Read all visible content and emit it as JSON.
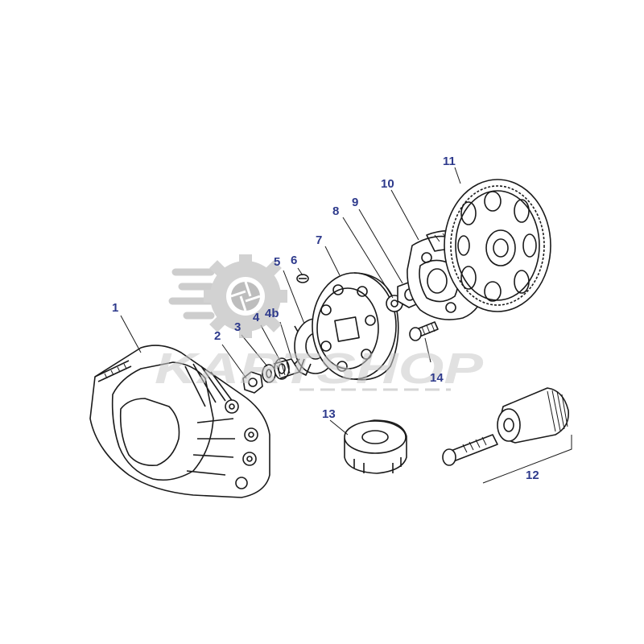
{
  "watermark": {
    "text": "KARTSHOP",
    "icon": "gear-shutter-logo"
  },
  "callouts": [
    {
      "id": "1",
      "label": "1"
    },
    {
      "id": "2",
      "label": "2"
    },
    {
      "id": "3",
      "label": "3"
    },
    {
      "id": "4",
      "label": "4"
    },
    {
      "id": "4b",
      "label": "4b"
    },
    {
      "id": "5",
      "label": "5"
    },
    {
      "id": "6",
      "label": "6"
    },
    {
      "id": "7",
      "label": "7"
    },
    {
      "id": "8",
      "label": "8"
    },
    {
      "id": "9",
      "label": "9"
    },
    {
      "id": "10",
      "label": "10"
    },
    {
      "id": "11",
      "label": "11"
    },
    {
      "id": "12",
      "label": "12"
    },
    {
      "id": "13",
      "label": "13"
    },
    {
      "id": "14",
      "label": "14"
    }
  ]
}
